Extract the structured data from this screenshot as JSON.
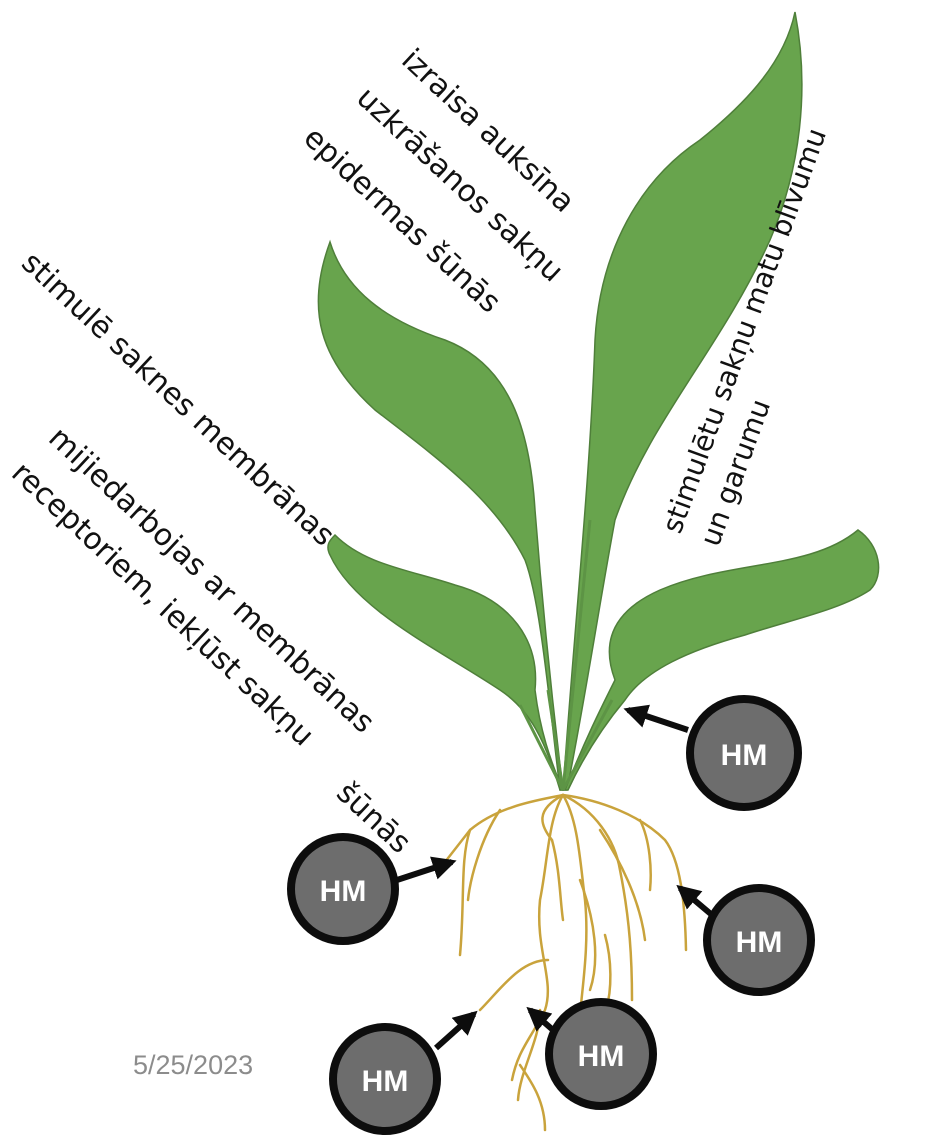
{
  "colors": {
    "leaf": "#68a44d",
    "leaf_edge": "#4f7f3a",
    "root": "#c9a33c",
    "hm_fill": "#6d6d6d",
    "hm_stroke": "#0d0d0d",
    "label": "#111111",
    "date": "#8c8c8c"
  },
  "labels": {
    "auxin_line1": "izraisa auksīna",
    "auxin_line2": "uzkrāšanos sakņu",
    "auxin_line3": "epidermas šūnās",
    "membrane": "stimulē saknes membrānas",
    "receptor_line1": "mijiedarbojas ar membrānas",
    "receptor_line2": "receptoriem, iekļūst sakņu",
    "receptor_line3": "šūnās",
    "hair_line1": "stimulētu sakņu matu blīvumu",
    "hair_line2": "un garumu"
  },
  "hm_badges": [
    {
      "id": "stem-right",
      "text": "HM"
    },
    {
      "id": "root-left",
      "text": "HM"
    },
    {
      "id": "root-right",
      "text": "HM"
    },
    {
      "id": "root-bottom-left",
      "text": "HM"
    },
    {
      "id": "root-bottom-middle",
      "text": "HM"
    }
  ],
  "footer": {
    "date": "5/25/2023"
  }
}
